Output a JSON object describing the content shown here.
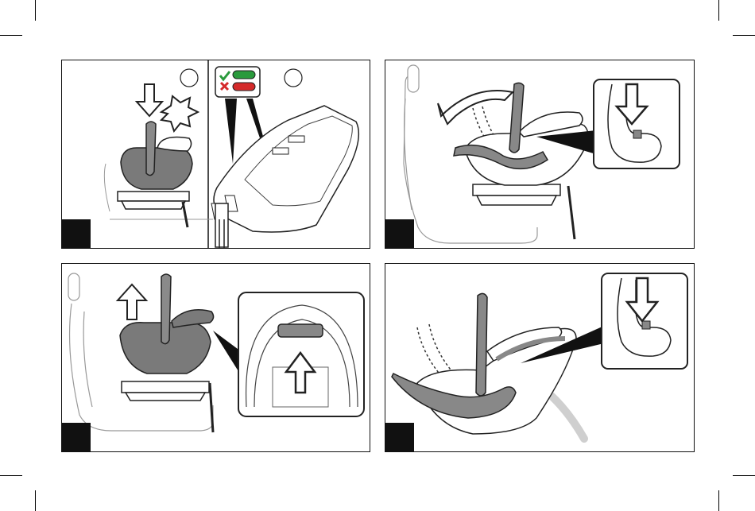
{
  "page": {
    "panels": [
      {
        "id": "panel-1",
        "step_badge": "",
        "icons": [
          "check-icon",
          "cross-icon",
          "arrow-down-icon",
          "impact-burst-icon"
        ],
        "indicator_colors": {
          "ok": "#2a9a3c",
          "error": "#d42a2a"
        }
      },
      {
        "id": "panel-2",
        "step_badge": "",
        "icons": [
          "rotate-arrow-icon",
          "arrow-down-icon"
        ]
      },
      {
        "id": "panel-3",
        "step_badge": "",
        "icons": [
          "arrow-up-icon",
          "arrow-up-icon"
        ]
      },
      {
        "id": "panel-4",
        "step_badge": "",
        "icons": [
          "arrow-down-icon"
        ]
      }
    ],
    "colors": {
      "shell": "#7a7a7a",
      "shell_dark": "#555555",
      "line": "#222222",
      "badge": "#111111"
    }
  }
}
